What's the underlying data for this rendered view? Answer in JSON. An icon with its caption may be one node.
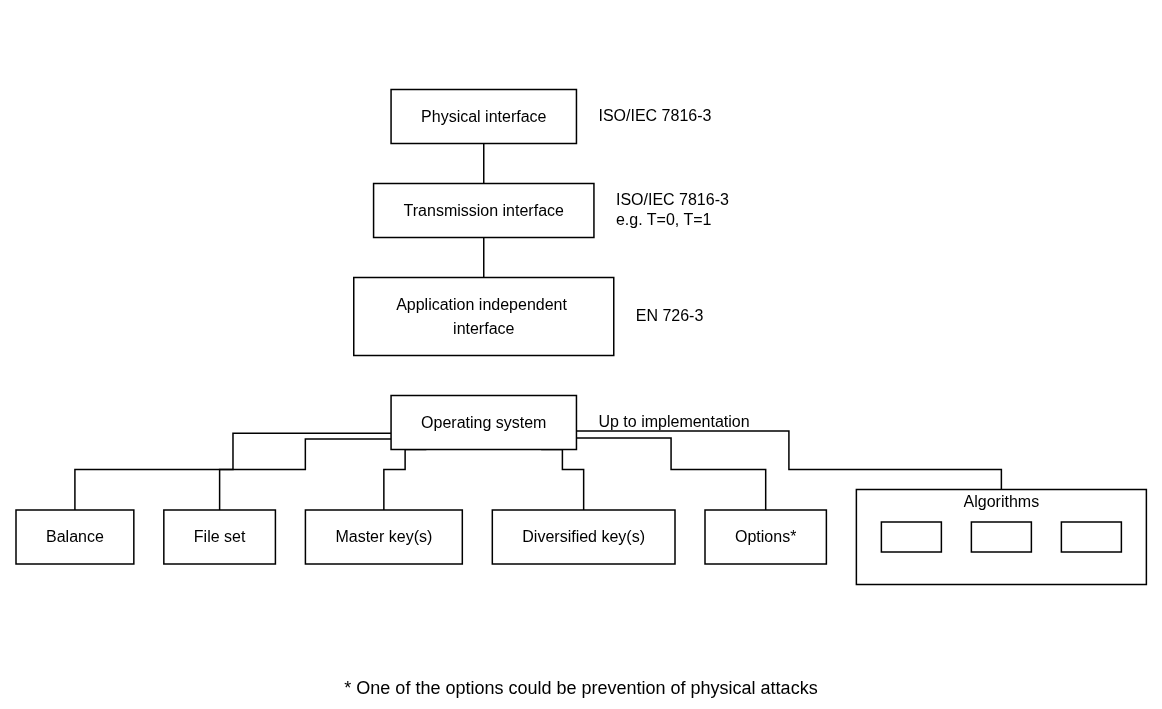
{
  "diagram": {
    "nodes": [
      {
        "text": [
          "Physical interface"
        ],
        "beside": [
          "ISO/IEC 7816-3"
        ]
      },
      {
        "text": [
          "Transmission interface"
        ],
        "beside": [
          "ISO/IEC 7816-3",
          "e.g. T=0, T=1"
        ]
      },
      {
        "text": [
          "Application independent interface"
        ],
        "beside": [
          "EN 726-3"
        ]
      },
      {
        "text": [
          "Operating system"
        ],
        "beside": [
          "Up to implementation"
        ]
      },
      {
        "text": [
          "Algorithms"
        ]
      },
      {
        "text": [],
        "shape": "box",
        "in": 4
      },
      {
        "text": [],
        "shape": "box",
        "in": 4
      },
      {
        "text": [],
        "shape": "box",
        "in": 4
      },
      {
        "text": [
          "Balance"
        ]
      },
      {
        "text": [
          "File set"
        ]
      },
      {
        "text": [
          "Master key(s)"
        ]
      },
      {
        "text": [
          "Diversified key(s)"
        ]
      },
      {
        "text": [
          "Options*"
        ]
      }
    ],
    "edges": [
      {
        "from": 0,
        "to": 1,
        "arrow": "none"
      },
      {
        "from": 1,
        "to": 2,
        "arrow": "none"
      },
      {
        "from": 3,
        "to": 4,
        "arrow": "none"
      },
      {
        "from": 3,
        "to": 8,
        "arrow": "none"
      },
      {
        "from": 3,
        "to": 9,
        "arrow": "none"
      },
      {
        "from": 3,
        "to": 10,
        "arrow": "none"
      },
      {
        "from": 3,
        "to": 11,
        "arrow": "none"
      },
      {
        "from": 3,
        "to": 12,
        "arrow": "none"
      }
    ],
    "labels": [
      "* One of the options could be prevention of physical attacks"
    ]
  }
}
